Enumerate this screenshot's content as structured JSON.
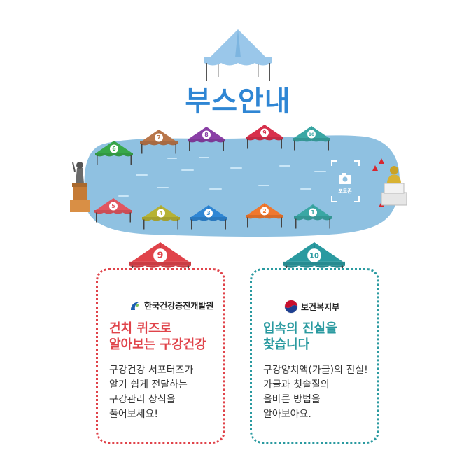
{
  "title": "부스안내",
  "map": {
    "booths": [
      {
        "number": "1",
        "color": "#3aa7a4"
      },
      {
        "number": "2",
        "color": "#f0782e"
      },
      {
        "number": "3",
        "color": "#2f86d4"
      },
      {
        "number": "4",
        "color": "#b6b234"
      },
      {
        "number": "5",
        "color": "#e15660"
      },
      {
        "number": "6",
        "color": "#38a84a"
      },
      {
        "number": "7",
        "color": "#b9764a"
      },
      {
        "number": "8",
        "color": "#8a3fa6"
      },
      {
        "number": "9",
        "color": "#d8304c"
      },
      {
        "number": "10",
        "color": "#3aa7a4"
      }
    ],
    "forum_label": "포토존",
    "pool_color": "#8fc1e1"
  },
  "cards": [
    {
      "booth_number": "9",
      "accent_color": "#e0434a",
      "org_name": "한국건강증진개발원",
      "headline": "건치 퀴즈로\n알아보는 구강건강",
      "description": "구강건강 서포터즈가\n알기 쉽게 전달하는\n구강관리 상식을\n풀어보세요!"
    },
    {
      "booth_number": "10",
      "accent_color": "#2a9aa0",
      "org_name": "보건복지부",
      "headline": "입속의 진실을\n찾습니다",
      "description": "구강양치액(가글)의 진실!\n가글과 칫솔질의\n올바른 방법을\n알아보아요."
    }
  ]
}
